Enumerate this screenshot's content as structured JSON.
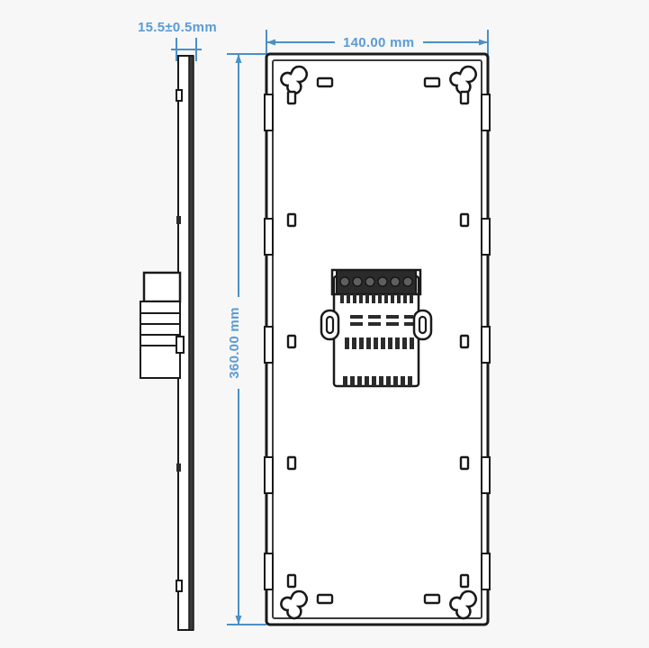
{
  "drawing": {
    "title": "Mechanical outline drawing - panel rear view and side profile",
    "background_color": "#f7f7f7",
    "line_color": "#1a1a1a",
    "dimension_color": "#4a90c8",
    "dimension_text_color": "#5b9bd5"
  },
  "dimensions": {
    "thickness": {
      "label": "15.5±0.5mm",
      "view": "side-profile"
    },
    "width": {
      "label": "140.00 mm",
      "view": "rear-panel"
    },
    "height": {
      "label": "360.00 mm",
      "view": "rear-panel"
    }
  },
  "views": {
    "side": {
      "name": "side-profile-view"
    },
    "rear": {
      "name": "rear-panel-view"
    }
  },
  "features": {
    "keyhole_count": 4,
    "terminal_screw_count": 6,
    "mounting_ear_count": 2
  }
}
